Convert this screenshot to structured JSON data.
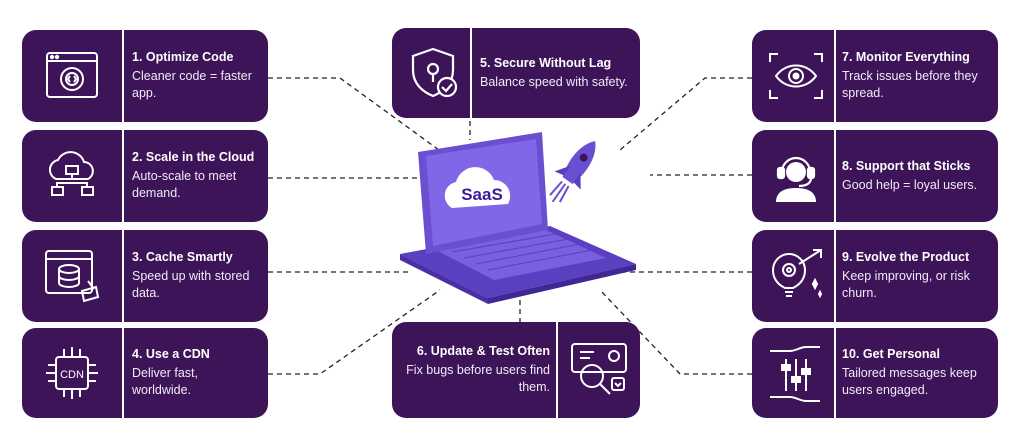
{
  "laptop": {
    "screen_label": "SaaS"
  },
  "items": [
    {
      "title": "1. Optimize Code",
      "desc": "Cleaner code = faster app.",
      "icon": "code-gear-icon"
    },
    {
      "title": "2. Scale in the Cloud",
      "desc": "Auto-scale to meet demand.",
      "icon": "cloud-network-icon"
    },
    {
      "title": "3. Cache Smartly",
      "desc": "Speed up with stored data.",
      "icon": "database-broom-icon"
    },
    {
      "title": "4. Use a CDN",
      "desc": "Deliver fast, worldwide.",
      "icon": "cdn-chip-icon"
    },
    {
      "title": "5. Secure Without Lag",
      "desc": "Balance speed with safety.",
      "icon": "shield-lock-icon"
    },
    {
      "title": "6. Update & Test Often",
      "desc": "Fix bugs before users find them.",
      "icon": "magnifier-gear-icon"
    },
    {
      "title": "7. Monitor Everything",
      "desc": "Track issues before they spread.",
      "icon": "eye-target-icon"
    },
    {
      "title": "8. Support that Sticks",
      "desc": "Good help = loyal users.",
      "icon": "headset-agent-icon"
    },
    {
      "title": "9. Evolve the Product",
      "desc": "Keep improving, or risk churn.",
      "icon": "lightbulb-growth-icon"
    },
    {
      "title": "10. Get Personal",
      "desc": "Tailored messages keep users engaged.",
      "icon": "hand-sliders-icon"
    }
  ],
  "colors": {
    "card": "#3d1458",
    "laptop": "#6b4fd1",
    "laptop_dark": "#5a3fc0",
    "line": "#222222"
  }
}
